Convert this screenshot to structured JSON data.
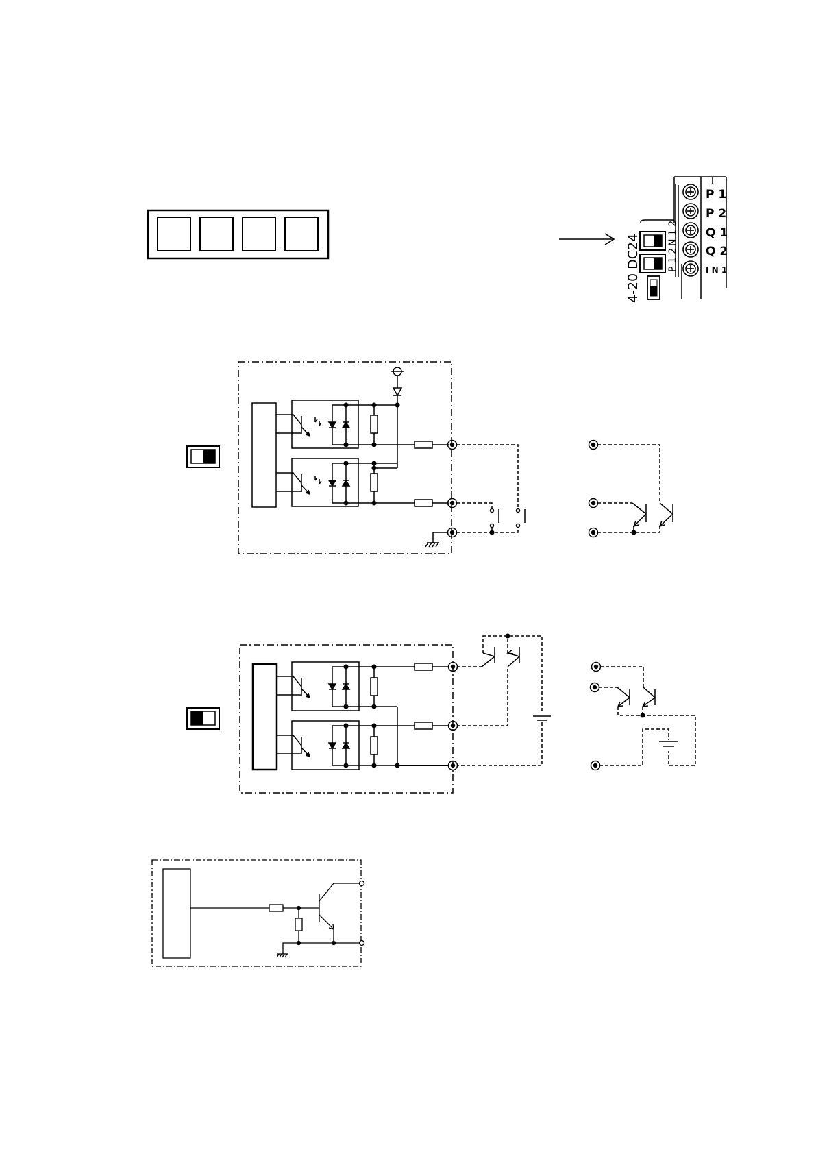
{
  "terminal_block": {
    "labels": [
      "P 1",
      "P 2",
      "Q 1",
      "Q 2",
      "I N 1"
    ],
    "switch_labels": [
      "N 1 2",
      "P 1 2"
    ],
    "mode_text": "4-20 DC24"
  },
  "colors": {
    "ink": "#000000",
    "paper": "#ffffff"
  },
  "icons": [
    "screw-terminal-icon",
    "dip-switch-icon",
    "resistor-icon",
    "diode-icon",
    "transistor-icon",
    "ground-icon",
    "battery-icon",
    "switch-contact-icon"
  ]
}
